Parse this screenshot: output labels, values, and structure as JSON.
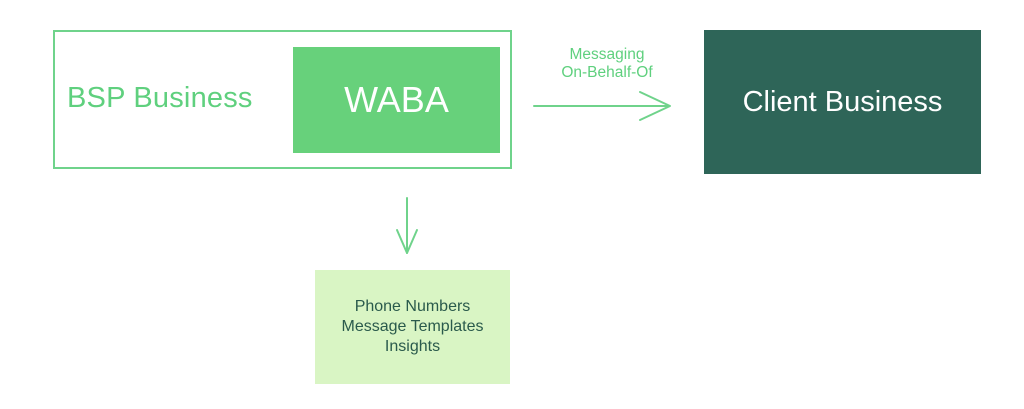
{
  "diagram": {
    "bsp_business": "BSP Business",
    "waba": "WABA",
    "relationship": {
      "line1": "Messaging",
      "line2": "On-Behalf-Of"
    },
    "client_business": "Client Business",
    "waba_assets": [
      "Phone Numbers",
      "Message Templates",
      "Insights"
    ]
  },
  "colors": {
    "green_outline": "#6fd38b",
    "green_text": "#5fd07e",
    "waba_fill": "#67d17b",
    "client_fill": "#2e6558",
    "assets_fill": "#d9f5c4",
    "assets_text": "#2a5a4c"
  }
}
